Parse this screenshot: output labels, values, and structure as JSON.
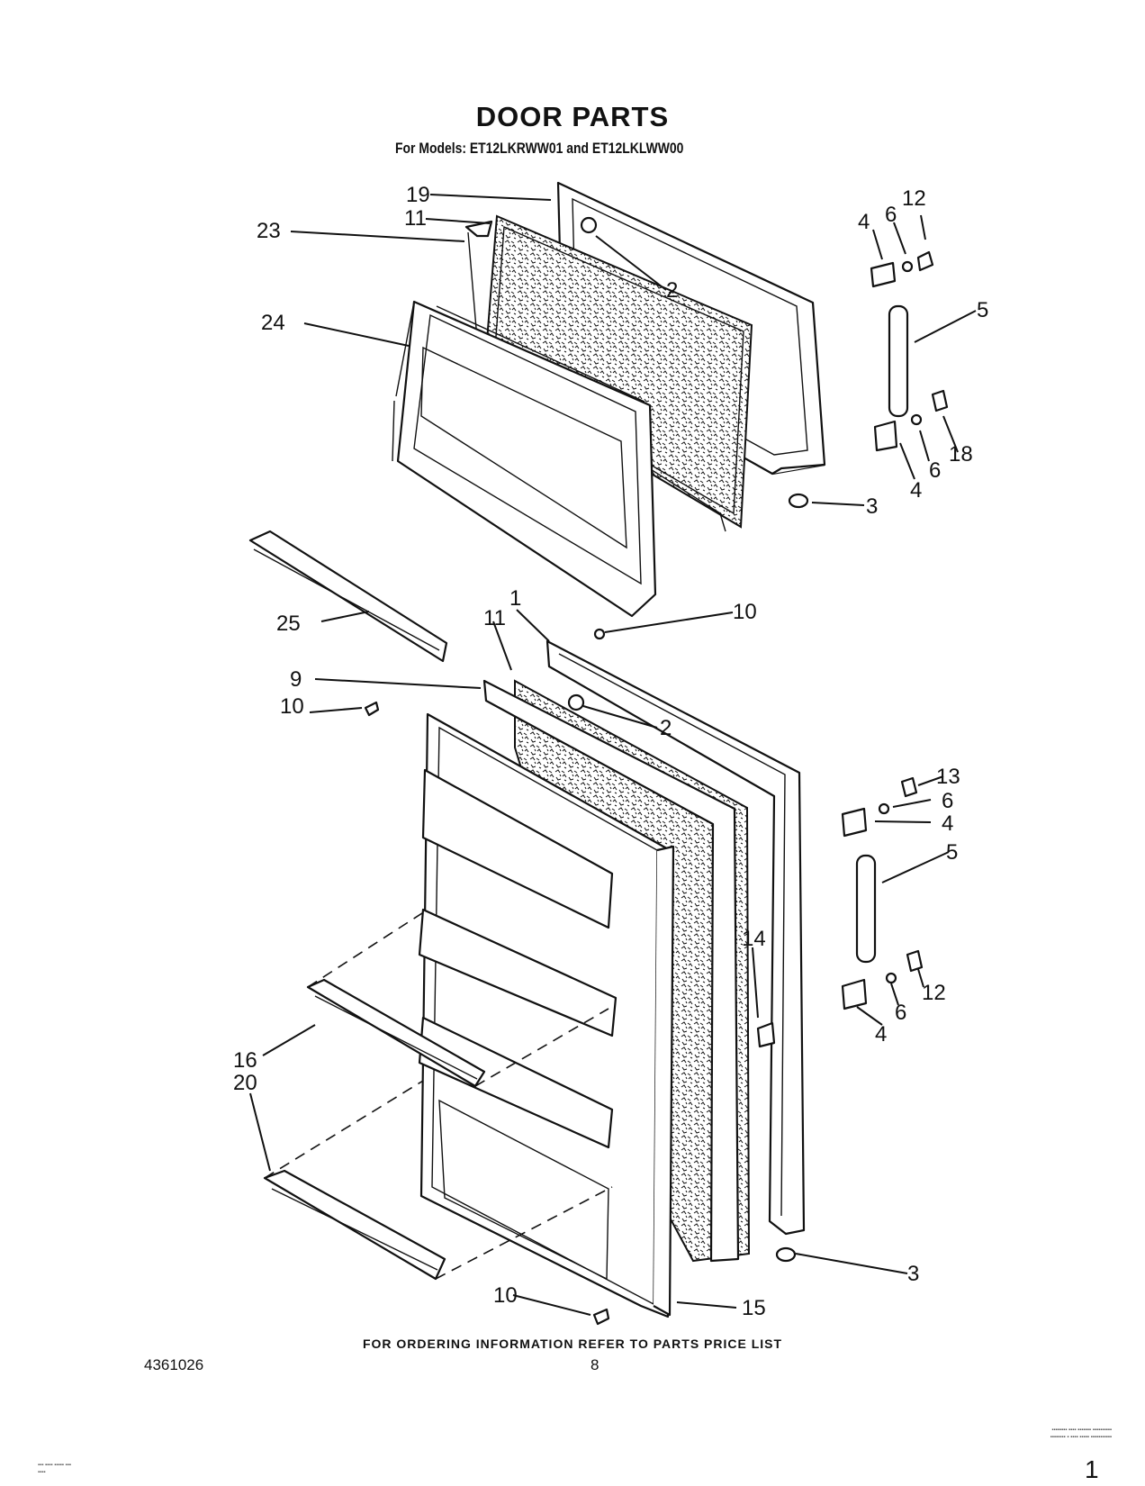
{
  "title": "DOOR PARTS",
  "subtitle": "For Models: ET12LKRWW01 and ET12LKLWW00",
  "footer_note": "FOR ORDERING INFORMATION REFER TO PARTS PRICE LIST",
  "part_number": "4361026",
  "page_number": "8",
  "corner_mark": "1",
  "callouts": {
    "c19": "19",
    "c11a": "11",
    "c23": "23",
    "c24": "24",
    "c2a": "2",
    "c12a": "12",
    "c6a": "6",
    "c4a": "4",
    "c5a": "5",
    "c18": "18",
    "c6b": "6",
    "c4b": "4",
    "c3a": "3",
    "c25": "25",
    "c1": "1",
    "c10a": "10",
    "c11b": "11",
    "c9": "9",
    "c10b": "10",
    "c2b": "2",
    "c13": "13",
    "c6c": "6",
    "c4c": "4",
    "c5b": "5",
    "c14": "14",
    "c6d": "6",
    "c12b": "12",
    "c4d": "4",
    "c16": "16",
    "c20": "20",
    "c3b": "3",
    "c10c": "10",
    "c15": "15"
  }
}
